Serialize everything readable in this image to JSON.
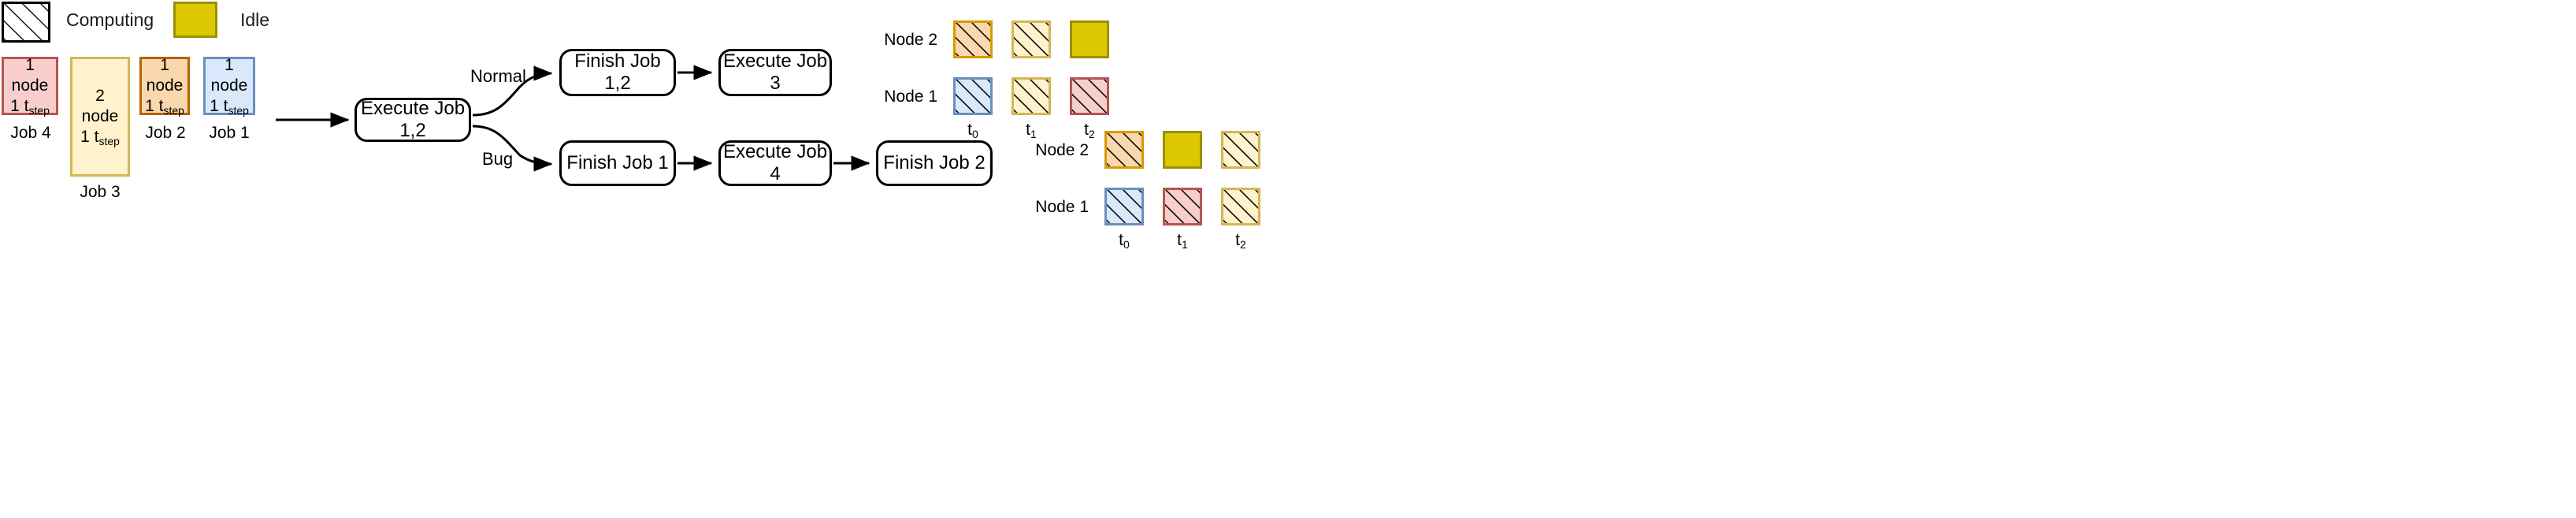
{
  "legend": {
    "computing": {
      "label": "Computing",
      "icon": "hatched-square-icon",
      "fill": "#ffffff",
      "stroke": "#000000"
    },
    "idle": {
      "label": "Idle",
      "icon": "solid-square-icon",
      "fill": "#dbc800",
      "stroke": "#9e8f00"
    }
  },
  "jobs": [
    {
      "caption": "Job 4",
      "nodes": "1 node",
      "tsteps_pre": "1 t",
      "tsteps_sub": "step",
      "fill": "#f8cecc",
      "stroke": "#b85450"
    },
    {
      "caption": "Job 3",
      "nodes": "2 node",
      "tsteps_pre": "1 t",
      "tsteps_sub": "step",
      "fill": "#fff2cc",
      "stroke": "#d6b656"
    },
    {
      "caption": "Job 2",
      "nodes": "1 node",
      "tsteps_pre": "1 t",
      "tsteps_sub": "step",
      "fill": "#fad7ac",
      "stroke": "#b46504"
    },
    {
      "caption": "Job 1",
      "nodes": "1 node",
      "tsteps_pre": "1 t",
      "tsteps_sub": "step",
      "fill": "#dae8fc",
      "stroke": "#6c8ebf"
    }
  ],
  "flow": {
    "start": "Execute Job 1,2",
    "branches": {
      "normal": "Normal",
      "bug": "Bug"
    },
    "normal_path": [
      "Finish Job 1,2",
      "Execute Job 3"
    ],
    "bug_path": [
      "Finish Job 1",
      "Execute Job 4",
      "Finish Job 2"
    ]
  },
  "timelines": [
    {
      "name": "normal-timeline",
      "rows": [
        "Node 2",
        "Node 1"
      ],
      "ticks": [
        "t",
        "t",
        "t"
      ],
      "tick_subs": [
        "0",
        "1",
        "2"
      ],
      "cells": [
        [
          {
            "state": "computing",
            "job": "Job 2",
            "fill": "#fad7ac",
            "stroke": "#d79b00"
          },
          {
            "state": "computing",
            "job": "Job 3",
            "fill": "#fff2cc",
            "stroke": "#d6b656"
          },
          {
            "state": "idle",
            "job": "",
            "fill": "#dbc800",
            "stroke": "#9e8f00"
          }
        ],
        [
          {
            "state": "computing",
            "job": "Job 1",
            "fill": "#dae8fc",
            "stroke": "#6c8ebf"
          },
          {
            "state": "computing",
            "job": "Job 3",
            "fill": "#fff2cc",
            "stroke": "#d6b656"
          },
          {
            "state": "computing",
            "job": "Job 4",
            "fill": "#f8cecc",
            "stroke": "#b85450"
          }
        ]
      ]
    },
    {
      "name": "bug-timeline",
      "rows": [
        "Node 2",
        "Node 1"
      ],
      "ticks": [
        "t",
        "t",
        "t"
      ],
      "tick_subs": [
        "0",
        "1",
        "2"
      ],
      "cells": [
        [
          {
            "state": "computing",
            "job": "Job 2",
            "fill": "#fad7ac",
            "stroke": "#d79b00"
          },
          {
            "state": "idle",
            "job": "",
            "fill": "#dbc800",
            "stroke": "#9e8f00"
          },
          {
            "state": "computing",
            "job": "Job 3",
            "fill": "#fff2cc",
            "stroke": "#d6b656"
          }
        ],
        [
          {
            "state": "computing",
            "job": "Job 1",
            "fill": "#dae8fc",
            "stroke": "#6c8ebf"
          },
          {
            "state": "computing",
            "job": "Job 4",
            "fill": "#f8cecc",
            "stroke": "#b85450"
          },
          {
            "state": "computing",
            "job": "Job 3",
            "fill": "#fff2cc",
            "stroke": "#d6b656"
          }
        ]
      ]
    }
  ]
}
